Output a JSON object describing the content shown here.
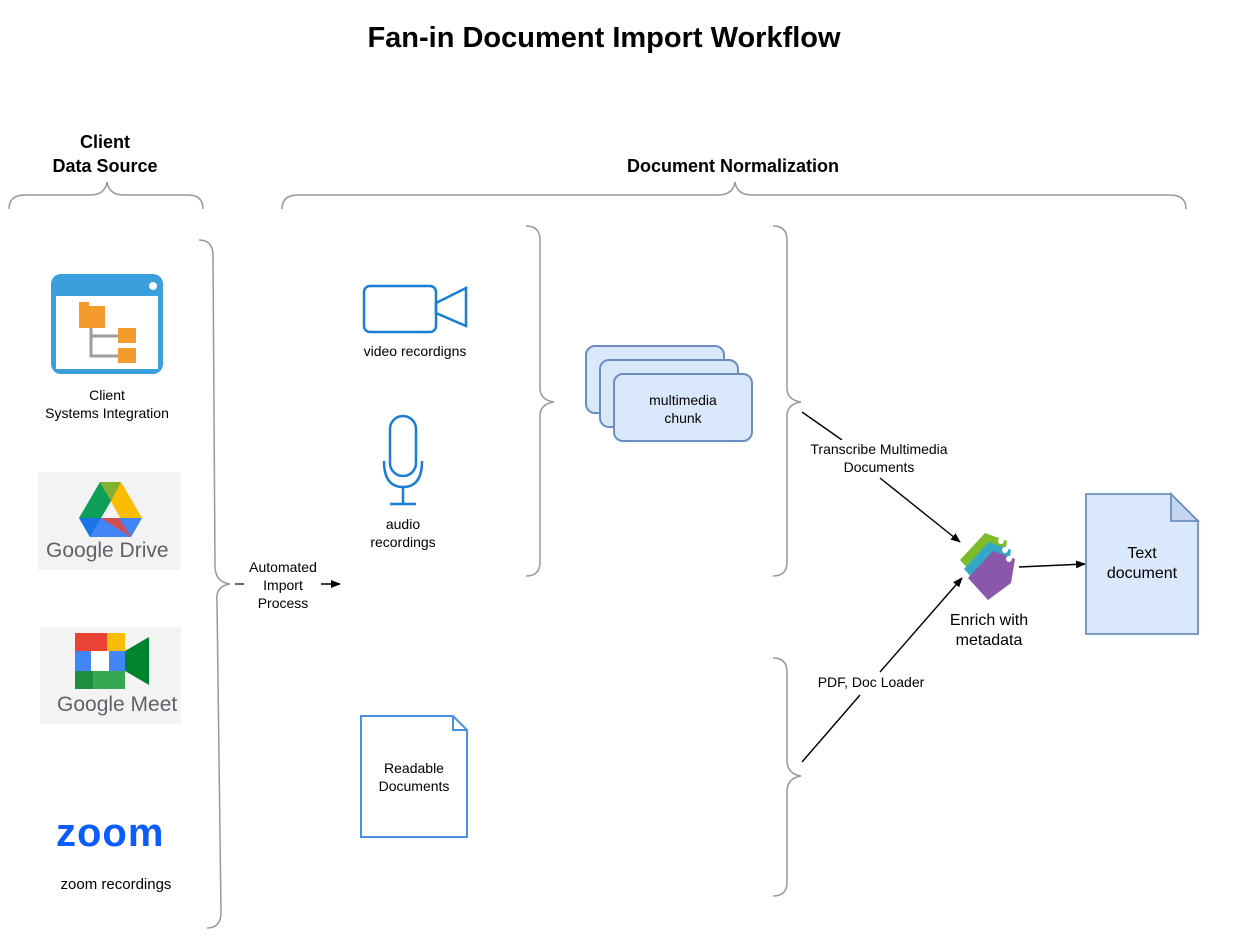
{
  "title": "Fan-in Document Import Workflow",
  "sections": {
    "client_source": "Client\nData Source",
    "normalization": "Document Normalization"
  },
  "sources": {
    "client_systems": "Client\nSystems Integration",
    "google_drive_logo": "Google Drive",
    "google_meet_logo": "Google Meet",
    "zoom_logo": "zoom",
    "zoom_recordings": "zoom recordings"
  },
  "import_process": "Automated\nImport\nProcess",
  "media": {
    "video": "video recordigns",
    "audio": "audio\nrecordings",
    "chunk": "multimedia\nchunk",
    "readable": "Readable\nDocuments"
  },
  "edges": {
    "transcribe": "Transcribe Multimedia\nDocuments",
    "loader": "PDF, Doc Loader"
  },
  "enrich": "Enrich with\nmetadata",
  "output": "Text\ndocument",
  "icons": {
    "client_systems": "folder-tree-icon",
    "video": "video-camera-icon",
    "audio": "microphone-icon",
    "enrich": "tags-icon"
  },
  "colors": {
    "stroke_blue": "#1a7fd4",
    "chunk_fill": "#dae8fc",
    "chunk_stroke": "#6c8ebf",
    "orange": "#f59a2c",
    "brace": "#999999"
  }
}
